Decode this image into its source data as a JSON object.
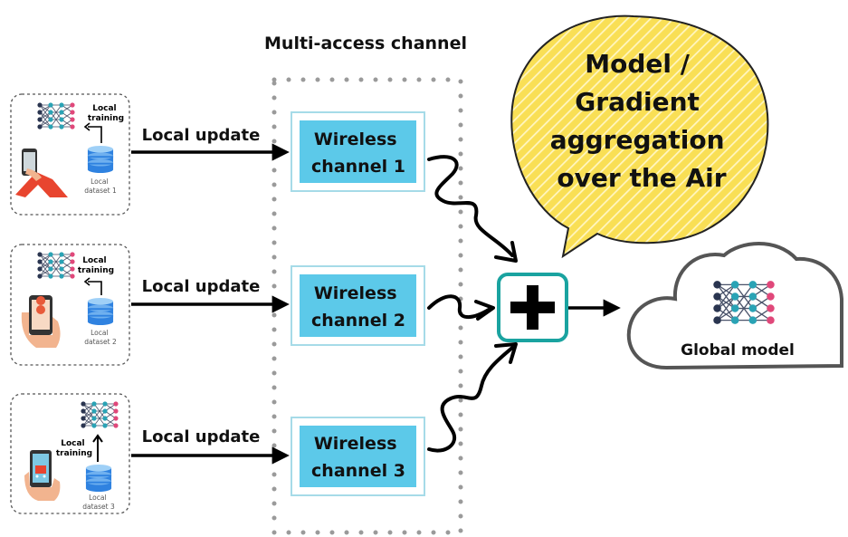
{
  "mac_title": "Multi-access channel",
  "clients": [
    {
      "update_label": "Local update",
      "training_label": [
        "Local",
        "training"
      ],
      "dataset_label": [
        "Local",
        "dataset 1"
      ],
      "channel_label": [
        "Wireless",
        "channel 1"
      ],
      "device_icon": "hand-phone-icon"
    },
    {
      "update_label": "Local update",
      "training_label": [
        "Local",
        "training"
      ],
      "dataset_label": [
        "Local",
        "dataset 2"
      ],
      "channel_label": [
        "Wireless",
        "channel 2"
      ],
      "device_icon": "map-phone-icon"
    },
    {
      "update_label": "Local update",
      "training_label": [
        "Local",
        "training"
      ],
      "dataset_label": [
        "Local",
        "dataset 3"
      ],
      "channel_label": [
        "Wireless",
        "channel 3"
      ],
      "device_icon": "shopping-phone-icon"
    }
  ],
  "bubble_lines": [
    "Model /",
    "Gradient",
    "aggregation",
    "over the Air"
  ],
  "global_model_label": "Global model",
  "colors": {
    "channel_fill": "#5cc9e9",
    "channel_border": "#a6dbe8",
    "bubble_fill": "#f9df55",
    "bubble_hatch": "#fff6c2",
    "plus_border": "#1aa3a0",
    "network_node_dark": "#2a3550",
    "network_node_teal": "#2aa3b5",
    "network_node_pink": "#e0487a",
    "database_blue": "#2f82e0",
    "cloud_stroke": "#555555",
    "arrow": "#000000"
  }
}
